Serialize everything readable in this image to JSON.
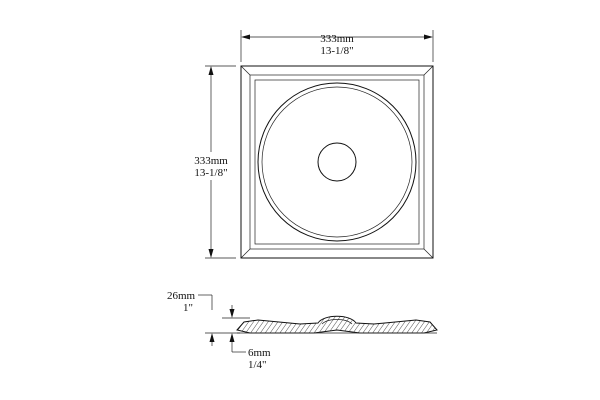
{
  "plan_view": {
    "width_mm": "333mm",
    "width_in": "13-1/8\"",
    "height_mm": "333mm",
    "height_in": "13-1/8\""
  },
  "profile_view": {
    "depth_mm": "26mm",
    "depth_in": "1\"",
    "edge_mm": "6mm",
    "edge_in": "1/4\""
  }
}
